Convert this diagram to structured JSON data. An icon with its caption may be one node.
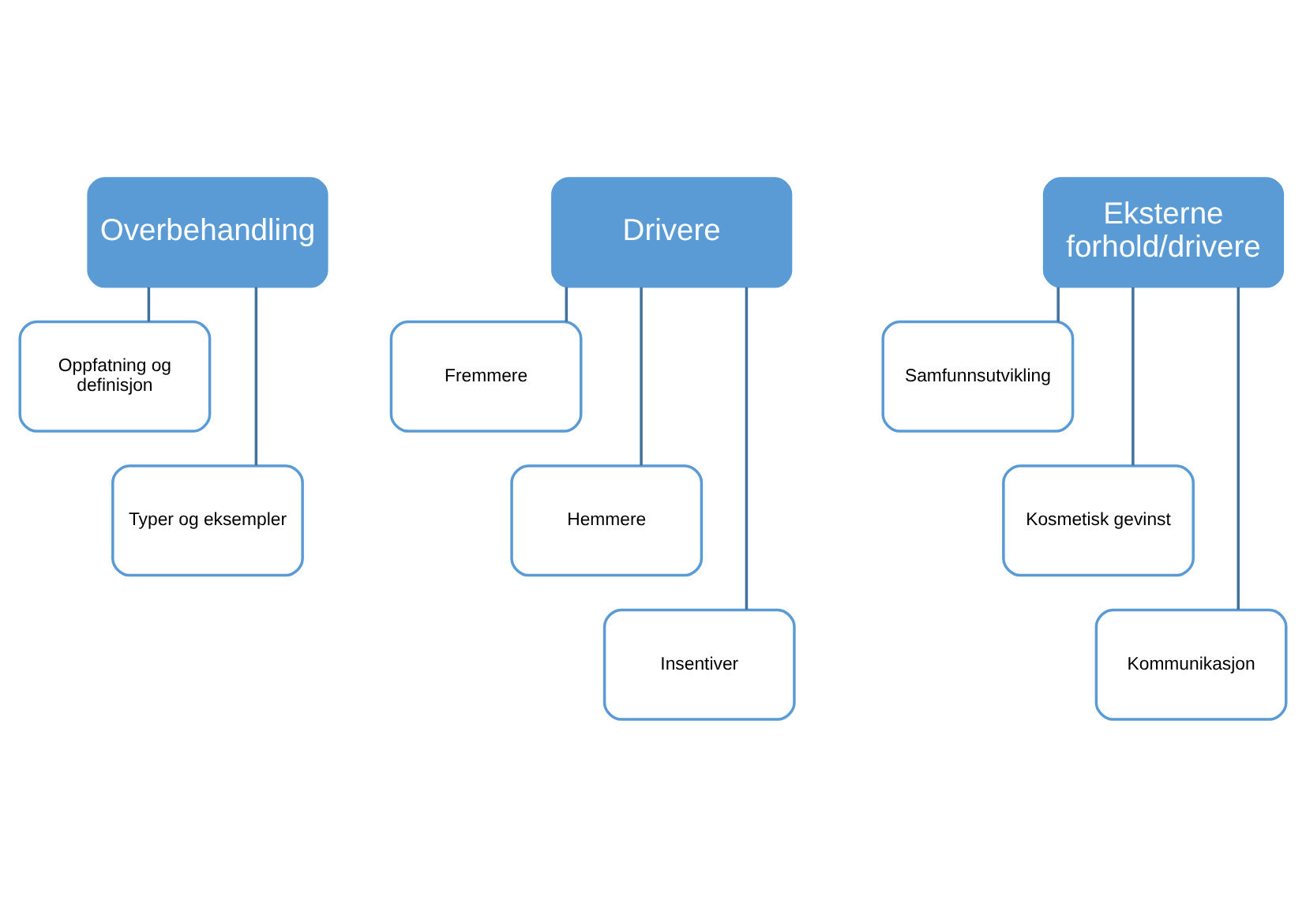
{
  "diagram": {
    "nodes": [
      {
        "text": [
          "Overbehandling"
        ]
      },
      {
        "text": [
          "Oppfatning og definisjon"
        ]
      },
      {
        "text": [
          "Typer og eksempler"
        ]
      },
      {
        "text": [
          "Drivere"
        ]
      },
      {
        "text": [
          "Fremmere"
        ]
      },
      {
        "text": [
          "Hemmere"
        ]
      },
      {
        "text": [
          "Insentiver"
        ]
      },
      {
        "text": [
          "Eksterne forhold/drivere"
        ]
      },
      {
        "text": [
          "Samfunnsutvikling"
        ]
      },
      {
        "text": [
          "Kosmetisk gevinst"
        ]
      },
      {
        "text": [
          "Kommunikasjon"
        ]
      }
    ],
    "edges": [
      {
        "from": 0,
        "to": 1,
        "arrow": "none"
      },
      {
        "from": 0,
        "to": 2,
        "arrow": "none"
      },
      {
        "from": 3,
        "to": 4,
        "arrow": "none"
      },
      {
        "from": 3,
        "to": 5,
        "arrow": "none"
      },
      {
        "from": 3,
        "to": 6,
        "arrow": "none"
      },
      {
        "from": 7,
        "to": 8,
        "arrow": "none"
      },
      {
        "from": 7,
        "to": 9,
        "arrow": "none"
      },
      {
        "from": 7,
        "to": 10,
        "arrow": "none"
      }
    ]
  }
}
